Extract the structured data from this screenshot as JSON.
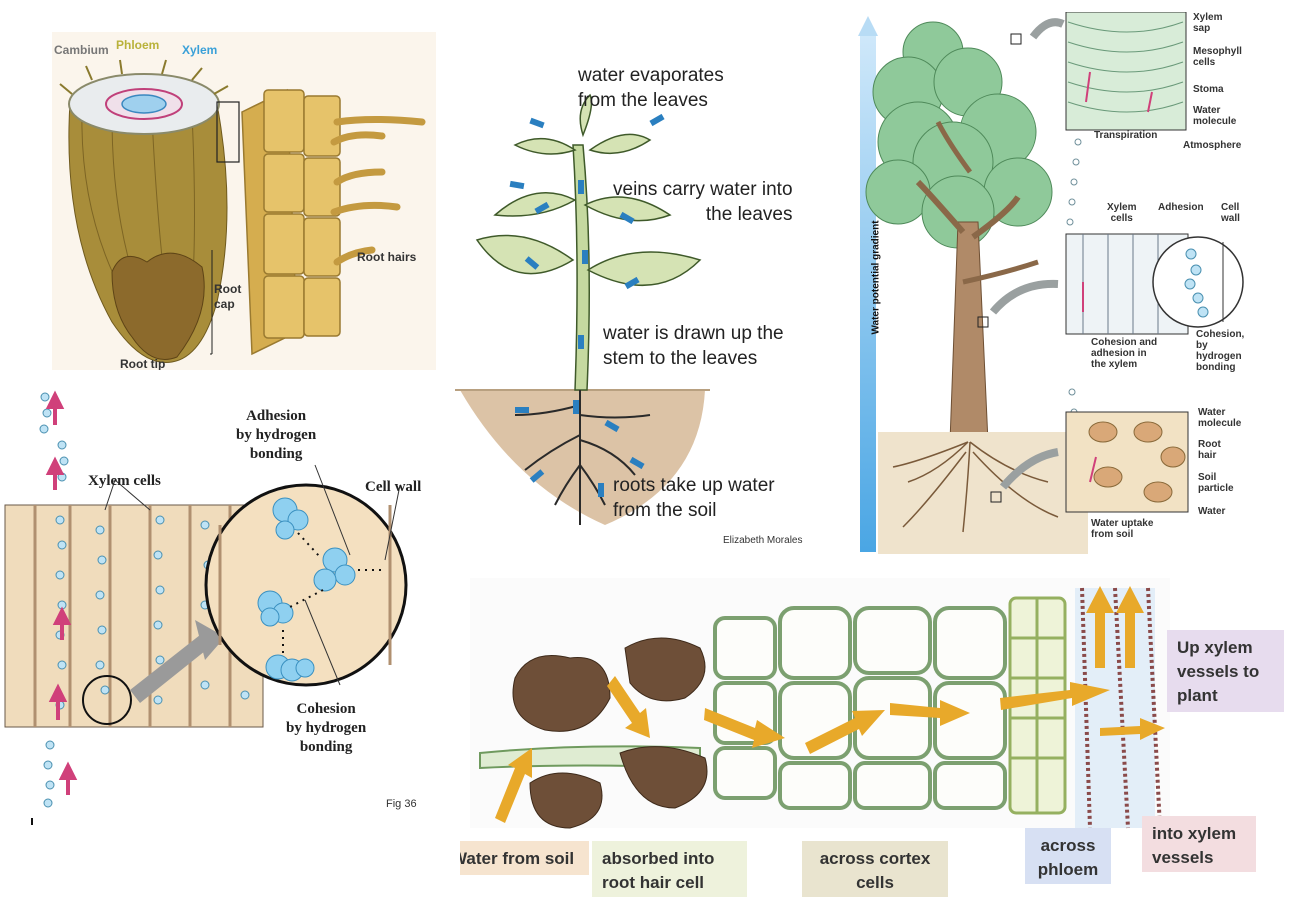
{
  "root_panel": {
    "cambium": "Cambium",
    "phloem": "Phloem",
    "xylem": "Xylem",
    "root_hairs": "Root hairs",
    "root_cap": "Root\ncap",
    "root_tip": "Root tip"
  },
  "plant_panel": {
    "evaporate": "water evaporates\nfrom the leaves",
    "veins": "veins carry water into\nthe leaves",
    "stem": "water is drawn up the\nstem to the leaves",
    "roots": "roots take up water\nfrom the soil",
    "credit": "Elizabeth Morales"
  },
  "tree_panel": {
    "gradient": "Water potential gradient",
    "xylem_sap": "Xylem\nsap",
    "mesophyll": "Mesophyll\ncells",
    "stoma": "Stoma",
    "water_molecule": "Water\nmolecule",
    "transpiration": "Transpiration",
    "atmosphere": "Atmosphere",
    "xylem_cells": "Xylem\ncells",
    "adhesion": "Adhesion",
    "cell_wall": "Cell\nwall",
    "cohesion_adhesion": "Cohesion and\nadhesion in\nthe xylem",
    "cohesion_hb": "Cohesion,\nby\nhydrogen\nbonding",
    "water_molecule2": "Water\nmolecule",
    "root_hair": "Root\nhair",
    "soil_particle": "Soil\nparticle",
    "water": "Water",
    "water_uptake": "Water uptake\nfrom soil"
  },
  "xylem_panel": {
    "adhesion": "Adhesion\nby hydrogen\nbonding",
    "xylem_cells": "Xylem cells",
    "cell_wall": "Cell wall",
    "cohesion": "Cohesion\nby hydrogen\nbonding",
    "fig": "Fig 36"
  },
  "pathway_panel": {
    "up_xylem": "Up xylem\nvessels to\nplant",
    "water_from_soil": "Water from soil",
    "absorbed": "absorbed into\nroot hair cell",
    "across_cortex": "across cortex\ncells",
    "across_phloem": "across\nphloem",
    "into_xylem": "into xylem\nvessels"
  },
  "colors": {
    "xylem_label": "#3aa0d8",
    "phloem_label": "#b9b23a",
    "arrow_blue": "#2a7fc0",
    "arrow_orange": "#e8a92a",
    "arrow_pink": "#d0407a",
    "gradient_blue": "#8ecaf0",
    "box_soil": "#f6e4cf",
    "box_absorbed": "#eef2dc",
    "box_cortex": "#e9e4cf",
    "box_phloem": "#d7e0f3",
    "box_xylem": "#f3dde0",
    "box_up": "#e7dcee"
  }
}
